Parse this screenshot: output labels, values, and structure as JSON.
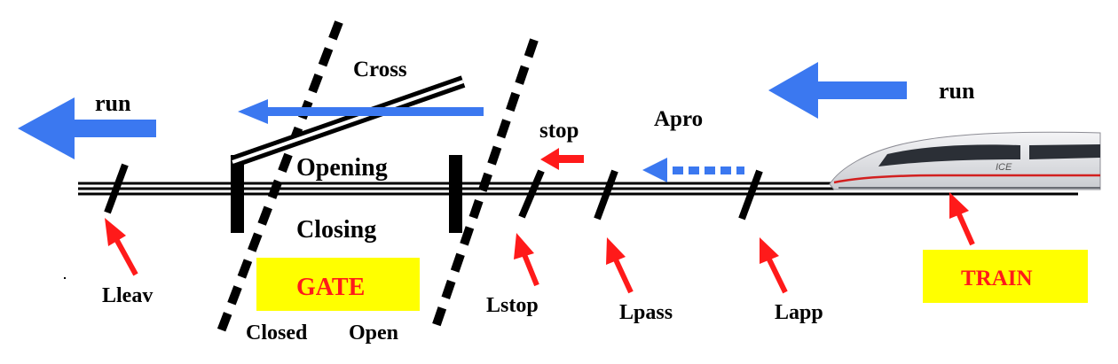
{
  "labels": {
    "run_left": "run",
    "run_right": "run",
    "cross": "Cross",
    "opening": "Opening",
    "closing": "Closing",
    "stop": "stop",
    "apro": "Apro",
    "gate": "GATE",
    "train": "TRAIN",
    "lleav": "Lleav",
    "lstop": "Lstop",
    "lpass": "Lpass",
    "lapp": "Lapp",
    "closed": "Closed",
    "open": "Open",
    "ice_logo": "ICE"
  },
  "colors": {
    "blue_arrow": "#3b78f0",
    "red_arrow": "#ff1a1a",
    "yellow_box": "#ffff00",
    "track": "#000000"
  }
}
